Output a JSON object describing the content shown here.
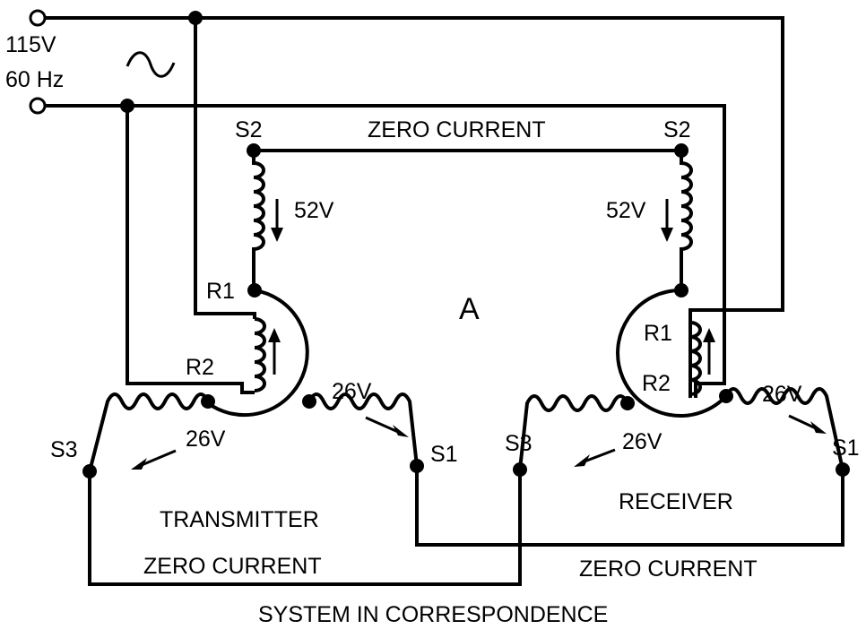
{
  "source": {
    "voltage": "115V",
    "frequency": "60 Hz",
    "ac_symbol": "sine-wave-icon"
  },
  "labels": {
    "center_marker": "A",
    "transmitter": "TRANSMITTER",
    "receiver": "RECEIVER",
    "caption": "SYSTEM IN CORRESPONDENCE"
  },
  "wires": {
    "top_current": "ZERO CURRENT",
    "bottom_left_current": "ZERO CURRENT",
    "bottom_right_current": "ZERO CURRENT"
  },
  "transmitter": {
    "s1": "S1",
    "s2": "S2",
    "s3": "S3",
    "r1": "R1",
    "r2": "R2",
    "v_s2": "52V",
    "v_s1": "26V",
    "v_s3": "26V"
  },
  "receiver": {
    "s1": "S1",
    "s2": "S2",
    "s3": "S3",
    "r1": "R1",
    "r2": "R2",
    "v_s2": "52V",
    "v_s1": "26V",
    "v_s3": "26V"
  }
}
